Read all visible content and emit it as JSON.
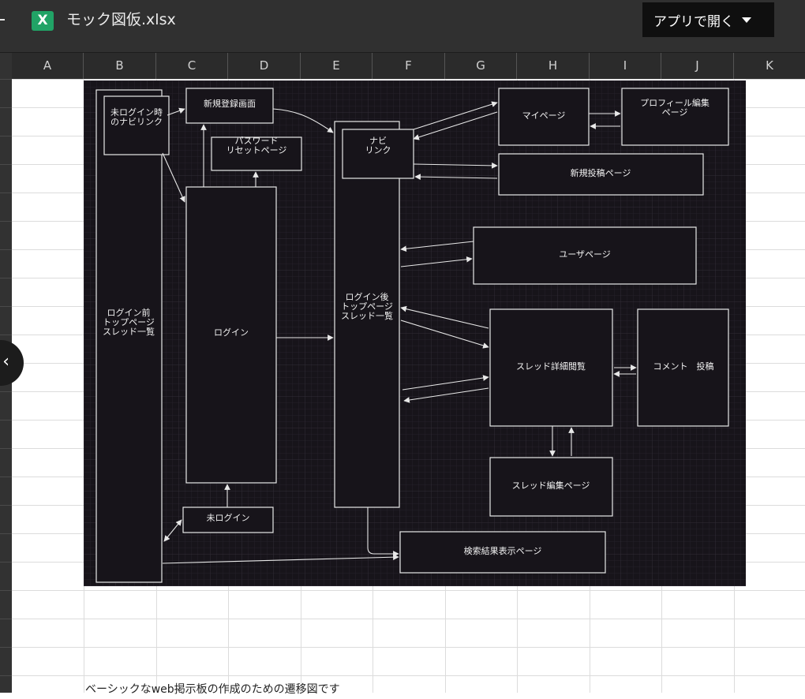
{
  "app": {
    "file_icon_letter": "X",
    "file_title": "モック図仮.xlsx",
    "open_button_label": "アプリで開く"
  },
  "sheet": {
    "columns": [
      "A",
      "B",
      "C",
      "D",
      "E",
      "F",
      "G",
      "H",
      "I",
      "J",
      "K"
    ],
    "b_cell_text": "ベーシックなweb掲示板の作成のための遷移図です"
  },
  "diagram": {
    "nodes": {
      "pre_login_top": "ログイン前\nトップページ\nスレッド一覧",
      "not_logged_nav": "未ログイン時\nのナビリンク",
      "signup": "新規登録画面",
      "password_reset": "パスワード\nリセットページ",
      "login": "ログイン",
      "not_logged": "未ログイン",
      "post_login_top": "ログイン後\nトップページ\nスレッド一覧",
      "nav_link": "ナビ\nリンク",
      "mypage": "マイページ",
      "profile_edit": "プロフィール編集\nページ",
      "new_post": "新規投稿ページ",
      "user_page": "ユーザページ",
      "thread_detail": "スレッド詳細閲覧",
      "comment_post": "コメント　投稿",
      "thread_edit": "スレッド編集ページ",
      "search_results": "検索結果表示ページ"
    }
  },
  "colors": {
    "excel_green": "#21a366",
    "topbar": "#303030",
    "diagram_bg": "#17141a"
  }
}
